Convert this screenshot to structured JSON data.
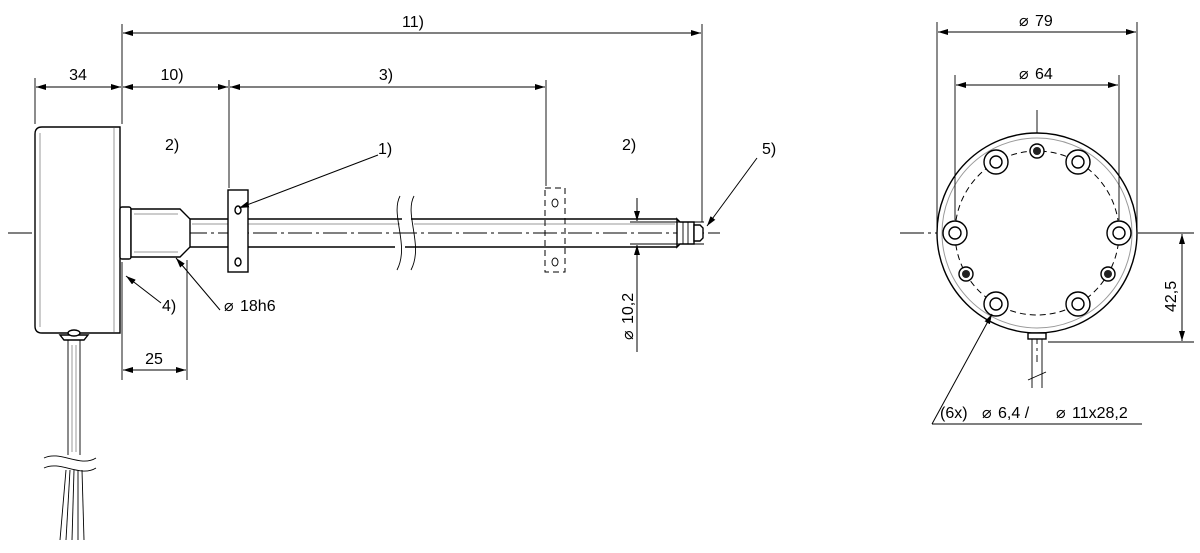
{
  "labels": {
    "dim_34": "34",
    "dim_10": "10)",
    "dim_3": "3)",
    "dim_11": "11)",
    "dim_25": "25",
    "note_1": "1)",
    "note_2_left": "2)",
    "note_2_right": "2)",
    "note_4": "4)",
    "note_5": "5)",
    "dia_rod": "18h6",
    "dia_tip": "10,2",
    "dia_outer": "79",
    "dia_bolt_circle": "64",
    "height_center": "42,5",
    "holes_prefix": "(6x)",
    "holes_dia_1": "6,4 /",
    "holes_dia_2": "11x28,2"
  },
  "symbols": {
    "diameter": "⌀"
  }
}
